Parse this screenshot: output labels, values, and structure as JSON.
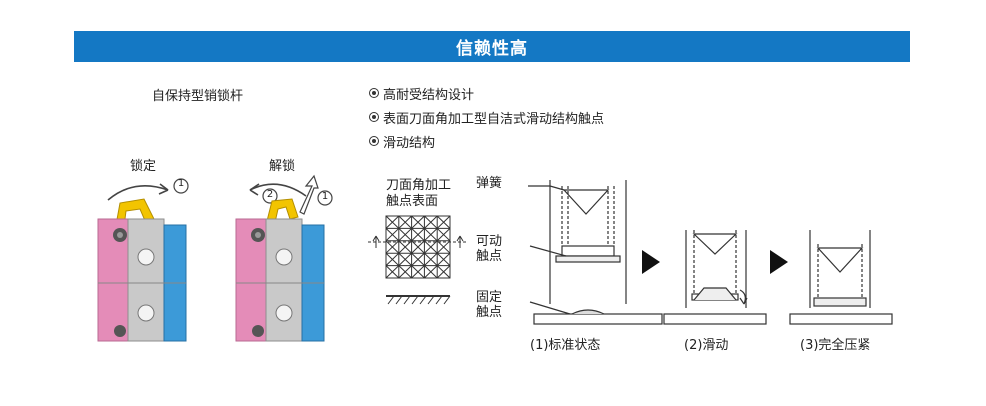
{
  "banner": {
    "title": "信赖性高"
  },
  "left": {
    "heading": "自保持型销锁杆",
    "lock_label": "锁定",
    "unlock_label": "解锁",
    "lock_step": "1",
    "unlock_step_a": "2",
    "unlock_step_b": "1"
  },
  "features": [
    "高耐受结构设计",
    "表面刀面角加工型自洁式滑动结构触点",
    "滑动结构"
  ],
  "diagram": {
    "surface_label_1": "刀面角加工",
    "surface_label_2": "触点表面",
    "spring_label": "弹簧",
    "movable_label_1": "可动",
    "movable_label_2": "触点",
    "fixed_label_1": "固定",
    "fixed_label_2": "触点",
    "stages": [
      "(1)标准状态",
      "(2)滑动",
      "(3)完全压紧"
    ]
  },
  "colors": {
    "banner": "#1478c4",
    "pink": "#e48cb8",
    "blue": "#3c9ad8",
    "gray": "#c9c9c9",
    "yellow": "#f2c400"
  }
}
